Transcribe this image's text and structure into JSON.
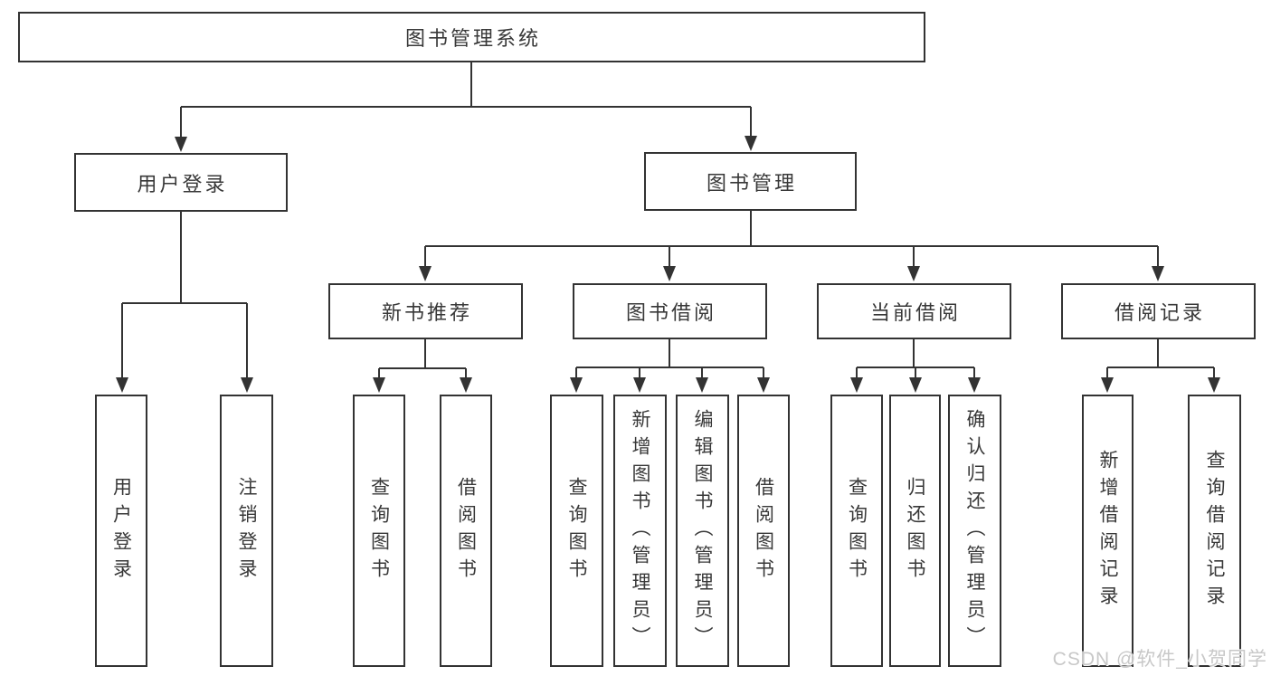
{
  "colors": {
    "line": "#333333",
    "text": "#383838",
    "box_fill": "#ffffff",
    "watermark": "#c8c8c8",
    "background": "#ffffff"
  },
  "watermark": "CSDN @软件_小贺同学",
  "tree": {
    "root": {
      "label": "图书管理系统"
    },
    "branches": [
      {
        "label": "用户登录",
        "children": [
          {
            "label": "用户登录"
          },
          {
            "label": "注销登录"
          }
        ]
      },
      {
        "label": "图书管理",
        "children": [
          {
            "label": "新书推荐",
            "children": [
              {
                "label": "查询图书"
              },
              {
                "label": "借阅图书"
              }
            ]
          },
          {
            "label": "图书借阅",
            "children": [
              {
                "label": "查询图书"
              },
              {
                "label": "新增图书（管理员）"
              },
              {
                "label": "编辑图书（管理员）"
              },
              {
                "label": "借阅图书"
              }
            ]
          },
          {
            "label": "当前借阅",
            "children": [
              {
                "label": "查询图书"
              },
              {
                "label": "归还图书"
              },
              {
                "label": "确认归还（管理员）"
              }
            ]
          },
          {
            "label": "借阅记录",
            "children": [
              {
                "label": "新增借阅记录"
              },
              {
                "label": "查询借阅记录"
              }
            ]
          }
        ]
      }
    ]
  }
}
